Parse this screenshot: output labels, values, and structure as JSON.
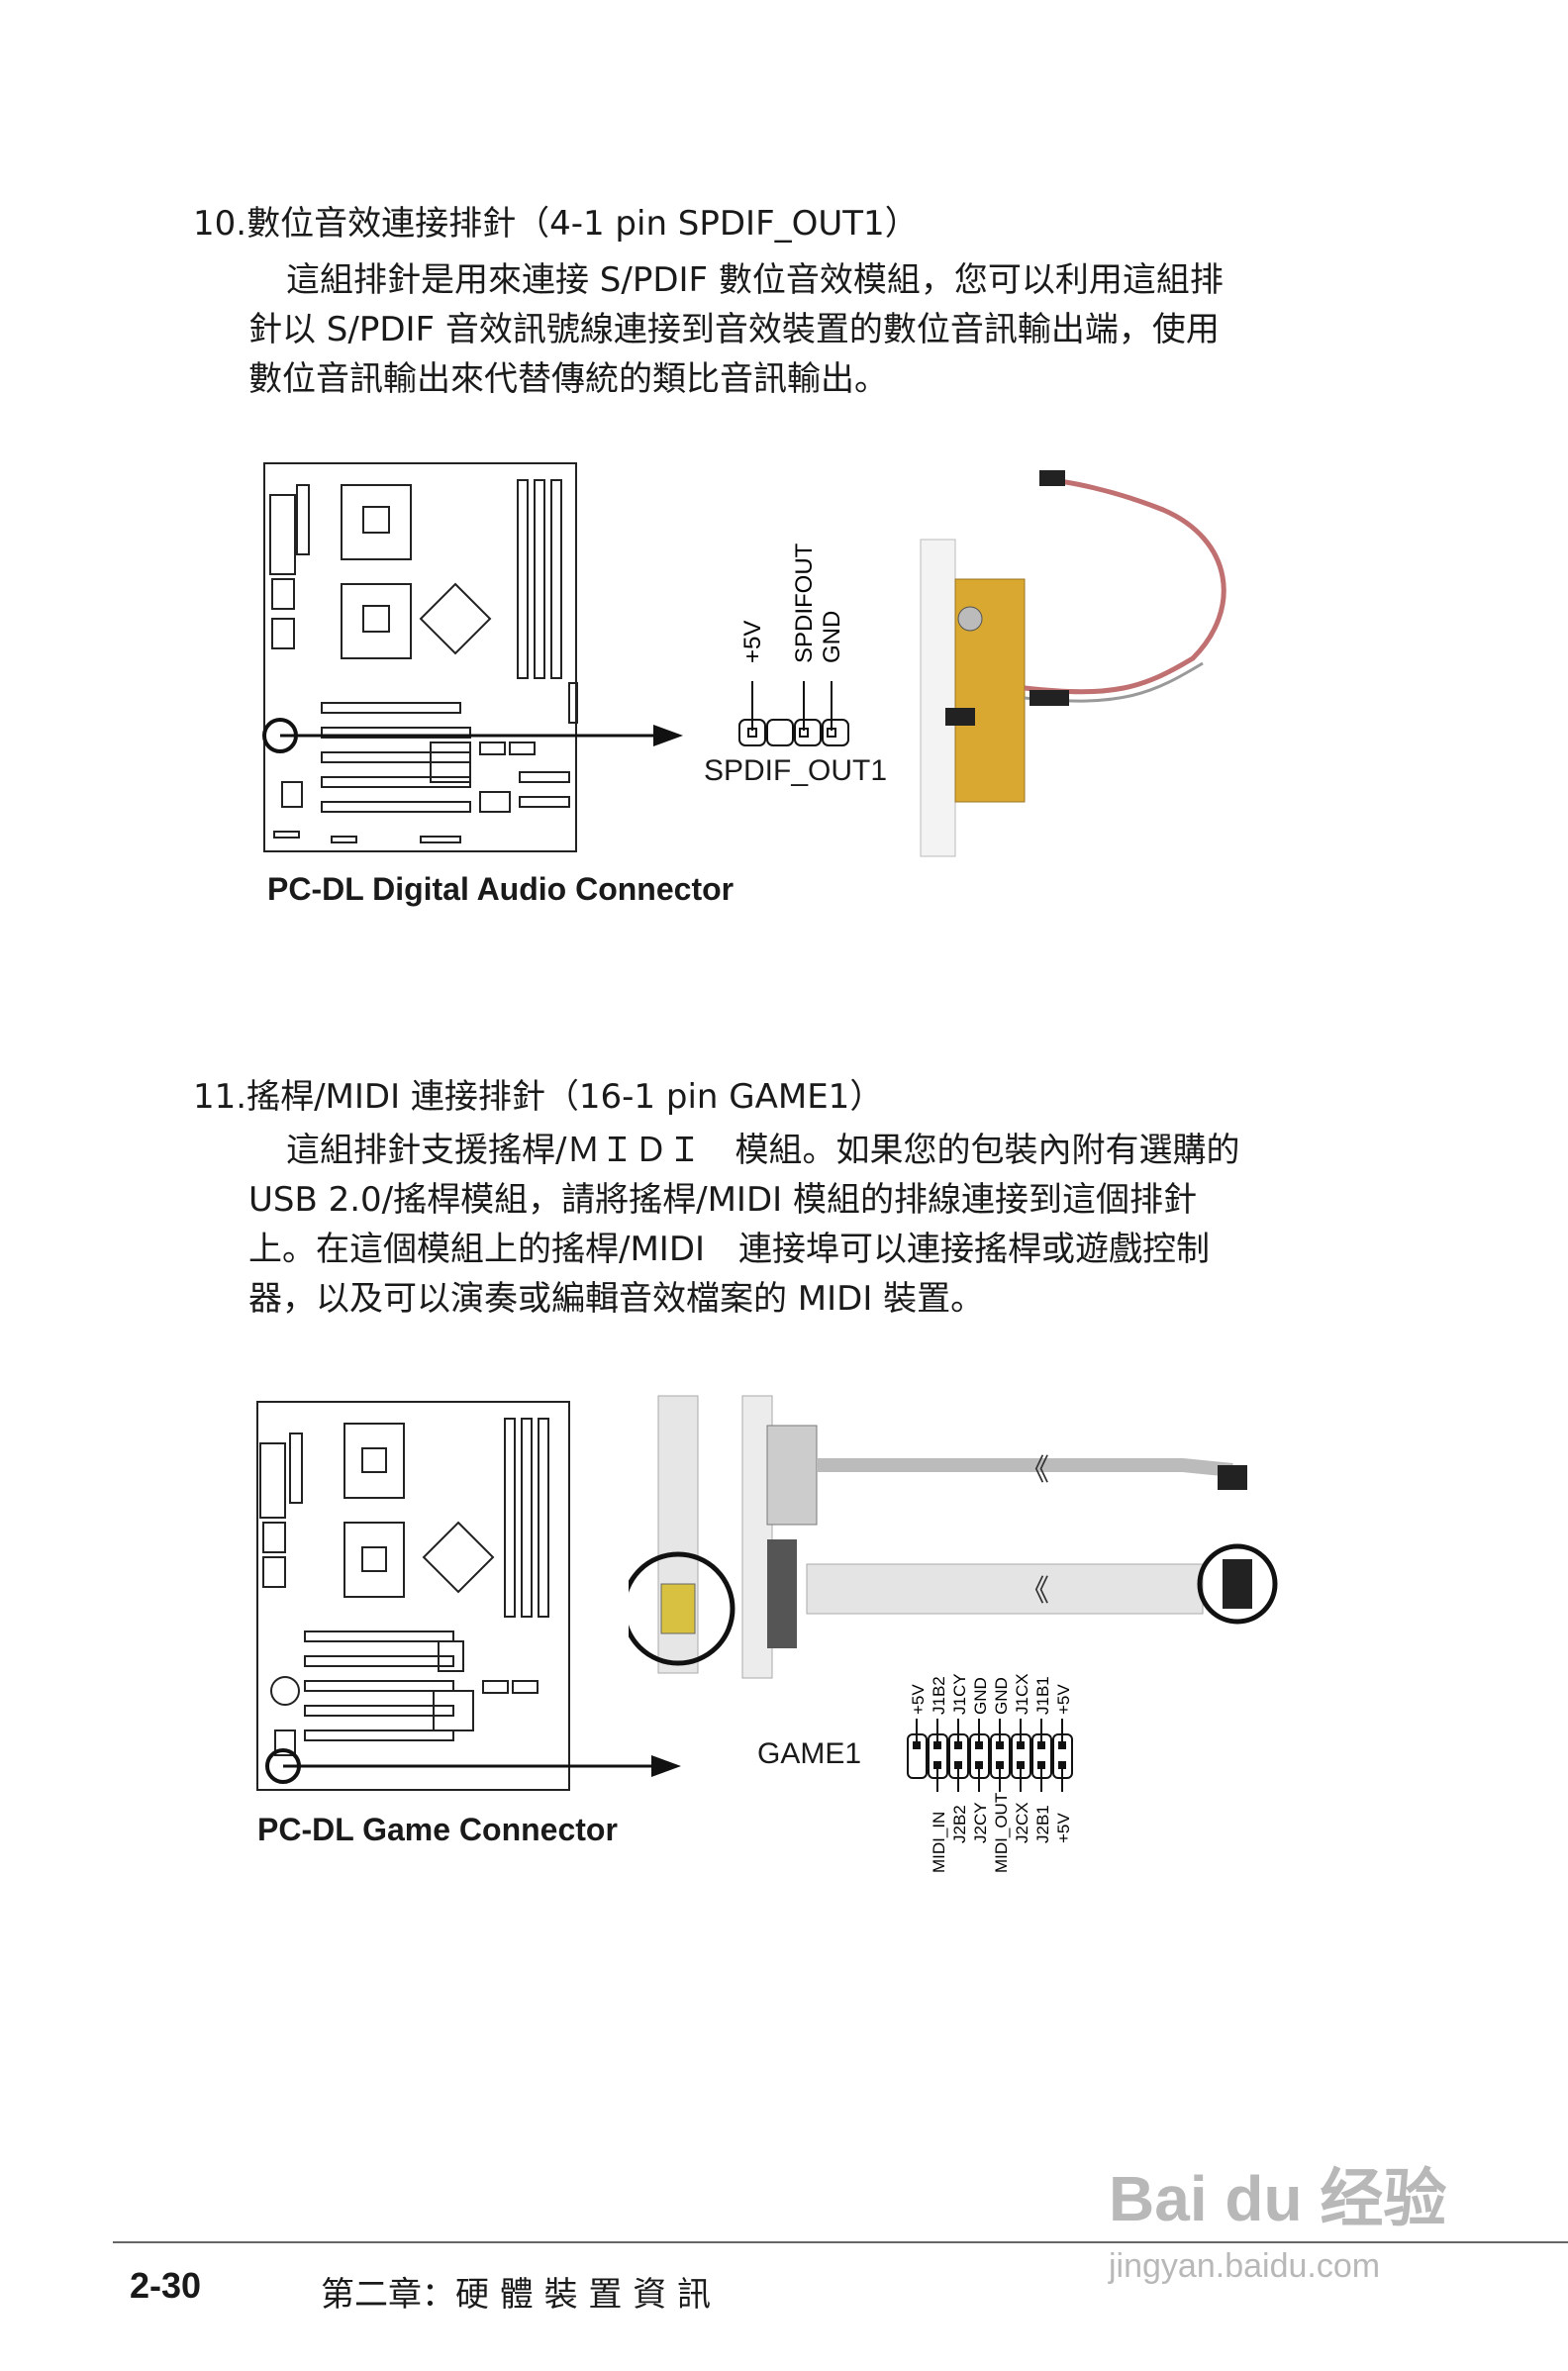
{
  "section10": {
    "heading": "10.數位音效連接排針（4-1 pin SPDIF_OUT1）",
    "lines": [
      "這組排針是用來連接 S/PDIF 數位音效模組，您可以利用這組排",
      "針以 S/PDIF 音效訊號線連接到音效裝置的數位音訊輸出端，使用",
      "數位音訊輸出來代替傳統的類比音訊輸出。"
    ],
    "pins": {
      "p1": "+5V",
      "p3": "SPDIFOUT",
      "p4": "GND"
    },
    "header_label": "SPDIF_OUT1",
    "caption": "PC-DL Digital Audio Connector"
  },
  "section11": {
    "heading": "11.搖桿/MIDI 連接排針（16-1 pin GAME1）",
    "lines": [
      "這組排針支援搖桿/ＭＩＤＩ　模組。如果您的包裝內附有選購的",
      "USB 2.0/搖桿模組，請將搖桿/MIDI 模組的排線連接到這個排針",
      "上。在這個模組上的搖桿/MIDI　連接埠可以連接搖桿或遊戲控制",
      "器，以及可以演奏或編輯音效檔案的 MIDI 裝置。"
    ],
    "header_label": "GAME1",
    "top_pins": [
      "+5V",
      "J1B2",
      "J1CY",
      "GND",
      "GND",
      "J1CX",
      "J1B1",
      "+5V"
    ],
    "bottom_pins": [
      "MIDI_IN",
      "J2B2",
      "J2CY",
      "MIDI_OUT",
      "J2CX",
      "J2B1",
      "+5V"
    ],
    "caption": "PC-DL Game Connector"
  },
  "footer": {
    "page_number": "2-30",
    "chapter": "第二章：硬 體 裝 置 資 訊"
  },
  "watermark": {
    "logo": "Bai du 经验",
    "url": "jingyan.baidu.com"
  }
}
